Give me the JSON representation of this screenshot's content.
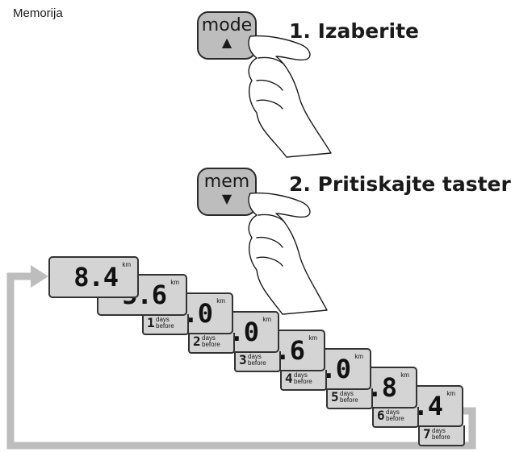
{
  "section_label": "Memorija",
  "step1": {
    "button_label": "mode",
    "button_arrow": "▲",
    "instruction": "1. Izaberite"
  },
  "step2": {
    "button_label": "mem",
    "button_arrow": "▼",
    "instruction": "2. Pritiskajte taster"
  },
  "unit": "km",
  "days_word": "days",
  "before_word": "before",
  "readings": [
    {
      "value": "8.4"
    },
    {
      "value": "5.6",
      "days_num": "1"
    },
    {
      "value": "4.0",
      "days_num": "2"
    },
    {
      "value": "3.0",
      "days_num": "3"
    },
    {
      "value": "1.6",
      "days_num": "4"
    },
    {
      "value": "1.0",
      "days_num": "5"
    },
    {
      "value": "6.8",
      "days_num": "6"
    },
    {
      "value": "2.4",
      "days_num": "7"
    }
  ],
  "colors": {
    "button_fill": "#bdbdbd",
    "lcd_fill": "#d4d4d4",
    "arrow_fill": "#bdbdbd",
    "outline": "#2b2b2b"
  }
}
